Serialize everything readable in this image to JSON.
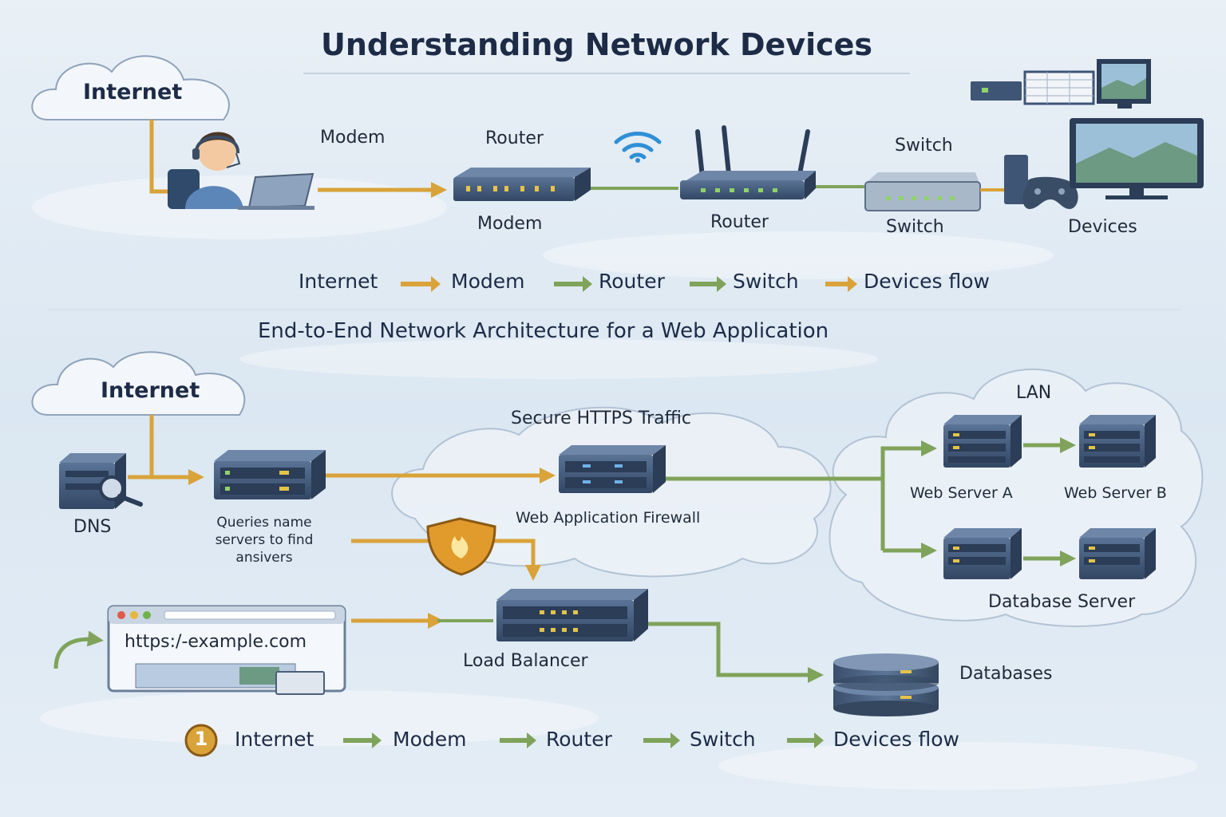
{
  "title": "Understanding Network Devices",
  "section1": {
    "cloud_label": "Internet",
    "top_labels": {
      "modem": "Modem",
      "router": "Router",
      "switch": "Switch"
    },
    "device_labels": {
      "modem": "Modem",
      "router": "Router",
      "switch": "Switch",
      "devices": "Devices"
    },
    "flow": [
      "Internet",
      "Modem",
      "Router",
      "Switch",
      "Devices flow"
    ]
  },
  "section2": {
    "subtitle": "End-to-End Network Architecture for a Web Application",
    "cloud_label": "Internet",
    "dns_label": "DNS",
    "query_text": [
      "Queries name",
      "servers to find",
      "ansivers"
    ],
    "https_label": "Secure HTTPS Traffic",
    "waf_label": "Web Application Firewall",
    "lan_label": "LAN",
    "web_server_a": "Web Server A",
    "web_server_b": "Web Server B",
    "database_server": "Database Server",
    "browser_url": "https:/-example.com",
    "load_balancer": "Load Balancer",
    "databases": "Databases",
    "step_number": "1",
    "flow": [
      "Internet",
      "Modem",
      "Router",
      "Switch",
      "Devices flow"
    ]
  },
  "colors": {
    "background": "#dfe9f3",
    "orange_link": "#d9a33a",
    "green_link": "#7fa35a",
    "device_body": "#3e5575",
    "device_dark": "#2b3d57",
    "led_yellow": "#e3c44a",
    "led_green": "#8fd36a",
    "wifi": "#2f8fd6",
    "text": "#1d2b47"
  }
}
